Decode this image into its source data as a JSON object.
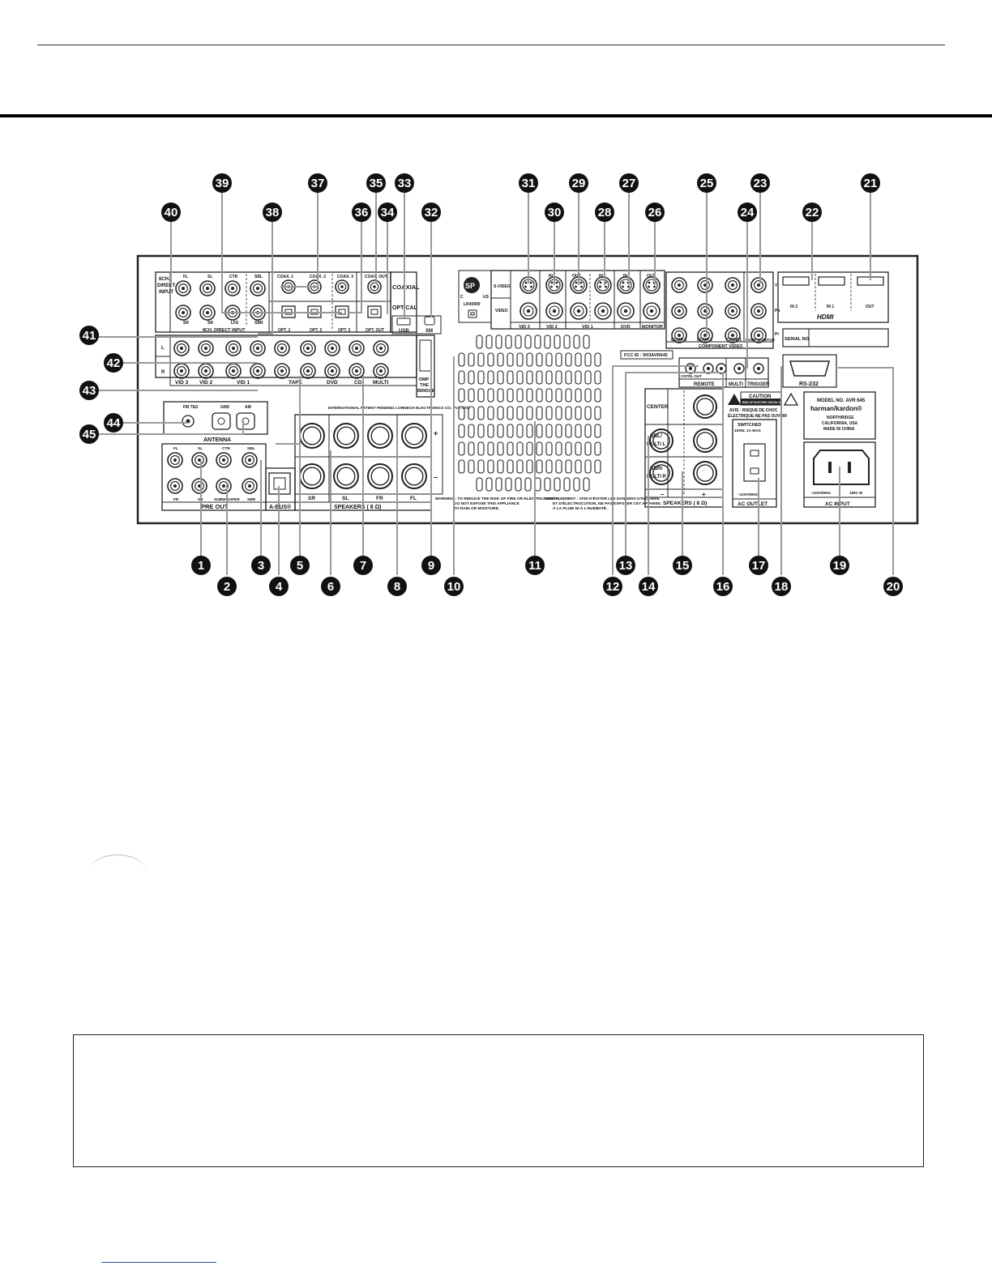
{
  "diagram": {
    "top_labels": {
      "l_6ch": "6CH.",
      "l_direct": "DIRECT",
      "l_input": "INPUT",
      "l_fl": "FL",
      "l_sl": "SL",
      "l_ctr": "CTR",
      "l_sbl": "SBL",
      "l_sr": "SR",
      "l_sr2": "SR",
      "l_lfe": "LFE",
      "l_sbr": "SBR",
      "l_8ch": "8CH. DIRECT INPUT",
      "l_coax1": "COAX. 1",
      "l_coax2": "COAX. 2",
      "l_coax3": "COAX. 3",
      "l_coaxout": "COAX. OUT",
      "l_coaxial": "COAXIAL",
      "l_optical": "OPTICAL",
      "l_opt1": "OPT. 1",
      "l_opt2": "OPT. 2",
      "l_opt3": "OPT. 3",
      "l_optout": "OPT. OUT",
      "l_usb": "USB",
      "l_xm": "XM",
      "l_svideo": "S-VIDEO",
      "l_video": "VIDEO",
      "l_vid3": "VID 3",
      "l_vid2": "VID 2",
      "l_vid1": "VID 1",
      "l_dvd": "DVD",
      "l_monitor": "MONITOR",
      "l_in": "IN",
      "l_out": "OUT",
      "l_comp3": "COMP 3",
      "l_comp2": "COMP 2",
      "l_comp1": "COMP 1",
      "l_compmon": "COMP MONITOR",
      "l_component": "COMPONENT VIDEO",
      "l_y": "Y",
      "l_pb": "Pb",
      "l_pr": "Pr",
      "l_in2": "IN 2",
      "l_in1": "IN 1",
      "l_hout": "OUT",
      "l_hdmi": "HDMI",
      "l_serial": "SERIAL NO.",
      "l_cert": "LR45900"
    },
    "mid_labels": {
      "l_L": "L",
      "l_R": "R",
      "l_vid3b": "VID 3",
      "l_vid2b": "VID 2",
      "l_vid1b": "VID 1",
      "l_tape": "TAPE",
      "l_dvdb": "DVD",
      "l_cd": "CD",
      "l_multi": "MULTI",
      "l_dmp1": "DMP",
      "l_dmp2": "THE",
      "l_dmp3": "BRIDGE",
      "l_patent": "INTERNATIONAL PATENT PENDING LORNECH ELECTRONICS CO. PVT. LTD.",
      "l_fcc": "FCC ID : R03AVR645",
      "l_remote": "REMOTE",
      "l_multib": "MULTI",
      "l_trigger": "TRIGGER",
      "l_ctrlout": "CNTRL OUT",
      "l_rs232": "RS-232",
      "l_caution": "CAUTION",
      "l_caution2": "RISK OF ELECTRIC SHOCK DO NOT OPEN",
      "l_avis1": "AVIS : RISQUE DE CHOC",
      "l_avis2": "ÉLECTRIQUE-NE PAS OUVRIR",
      "l_model": "MODEL NO. AVR 645",
      "l_brand": "harman/kardon®",
      "l_addr1": "NORTHRIDGE",
      "l_addr2": "CALIFORNIA, USA",
      "l_addr3": "MADE IN CHINA",
      "l_switched": "SWITCHED",
      "l_switched2": "100W, 1A MAX",
      "l_acout": "AC OUTLET",
      "l_acin": "AC INPUT",
      "l_volt1": "~120V/60Hz",
      "l_volt2": "~120V/60Hz",
      "l_watt": "180C W"
    },
    "bottom_labels": {
      "l_fm": "FM 75Ω",
      "l_gnd": "GND",
      "l_am": "AM",
      "l_antenna": "ANTENNA",
      "l_fl": "FL",
      "l_sl": "SL",
      "l_ctr": "CTR",
      "l_sbl": "SBL",
      "l_fr": "FR",
      "l_sr": "SR",
      "l_sub": "SUBWOOFER",
      "l_sbr": "SBR",
      "l_preout": "PRE OUT",
      "l_abus": "A-BUS®",
      "l_spk_sr": "SR",
      "l_spk_sl": "SL",
      "l_spk_fr": "FR",
      "l_spk_fl": "FL",
      "l_speakers": "SPEAKERS ( 8 Ω)",
      "l_plus": "+",
      "l_minus": "–",
      "l_center": "CENTER",
      "l_sbl1": "SBL/",
      "l_sbl2": "MULTI L",
      "l_sbr1": "SBR/",
      "l_sbr2": "MULTI R",
      "l_speakers2": "SPEAKERS ( 8 Ω)",
      "l_minus2": "–",
      "l_plus2": "+",
      "l_warn1": "WARNING : TO REDUCE THE RISK OF FIRE OR ELECTRIC SHOCK,",
      "l_warn2": "DO NOT EXPOSE THIS APPLIANCE",
      "l_warn3": "TO RAIN OR MOISTURE.",
      "l_avert1": "AVERTISSEMENT : AFIN D'ÉVITER LES DANGERS D'INCENDIE",
      "l_avert2": "ET D'ÉLECTROCUTION, NE PAS EXPOSER CET APPAREIL",
      "l_avert3": "À LA PLUIE NI À L'HUMIDITÉ."
    },
    "callouts": {
      "c1": "1",
      "c2": "2",
      "c3": "3",
      "c4": "4",
      "c5": "5",
      "c6": "6",
      "c7": "7",
      "c8": "8",
      "c9": "9",
      "c10": "10",
      "c11": "11",
      "c12": "12",
      "c13": "13",
      "c14": "14",
      "c15": "15",
      "c16": "16",
      "c17": "17",
      "c18": "18",
      "c19": "19",
      "c20": "20",
      "c21": "21",
      "c22": "22",
      "c23": "23",
      "c24": "24",
      "c25": "25",
      "c26": "26",
      "c27": "27",
      "c28": "28",
      "c29": "29",
      "c30": "30",
      "c31": "31",
      "c32": "32",
      "c33": "33",
      "c34": "34",
      "c35": "35",
      "c36": "36",
      "c37": "37",
      "c38": "38",
      "c39": "39",
      "c40": "40",
      "c41": "41",
      "c42": "42",
      "c43": "43",
      "c44": "44",
      "c45": "45"
    }
  }
}
